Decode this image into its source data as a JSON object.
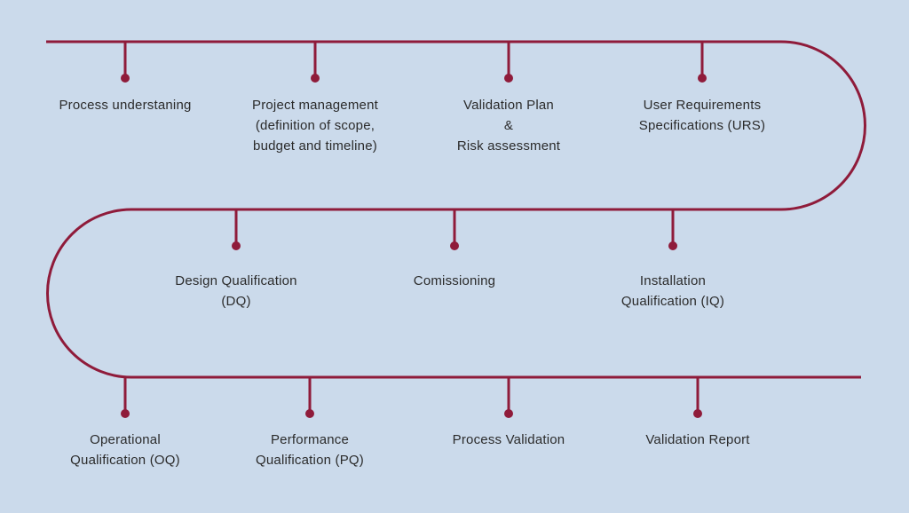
{
  "colors": {
    "background": "#cbdaeb",
    "track": "#8f1b3a",
    "text": "#2b2b2b"
  },
  "steps": [
    {
      "lines": [
        "Process understaning"
      ]
    },
    {
      "lines": [
        "Project management",
        "(definition of scope,",
        "budget and timeline)"
      ]
    },
    {
      "lines": [
        "Validation Plan",
        "&",
        "Risk assessment"
      ]
    },
    {
      "lines": [
        "User Requirements",
        "Specifications (URS)"
      ]
    },
    {
      "lines": [
        "Design Qualification",
        "(DQ)"
      ]
    },
    {
      "lines": [
        "Comissioning"
      ]
    },
    {
      "lines": [
        "Installation",
        "Qualification (IQ)"
      ]
    },
    {
      "lines": [
        "Operational",
        "Qualification (OQ)"
      ]
    },
    {
      "lines": [
        "Performance",
        "Qualification (PQ)"
      ]
    },
    {
      "lines": [
        "Process Validation"
      ]
    },
    {
      "lines": [
        "Validation Report"
      ]
    }
  ]
}
